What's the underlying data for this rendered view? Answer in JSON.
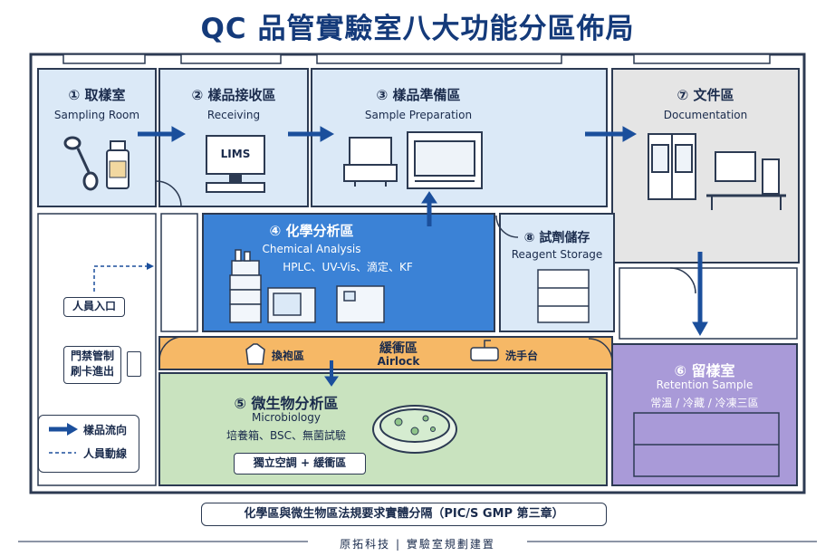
{
  "title": "QC 品管實驗室八大功能分區佈局",
  "rooms": {
    "sampling": {
      "name": "① 取樣室",
      "sub": "Sampling Room"
    },
    "receiving": {
      "name": "② 樣品接收區",
      "sub": "Receiving",
      "device_label": "LIMS"
    },
    "prep": {
      "name": "③ 樣品準備區",
      "sub": "Sample Preparation"
    },
    "docs": {
      "name": "⑦ 文件區",
      "sub": "Documentation"
    },
    "chemical": {
      "name": "④ 化學分析區",
      "sub": "Chemical Analysis",
      "methods": "HPLC、UV-Vis、滴定、KF"
    },
    "reagent": {
      "name": "⑧ 試劑儲存",
      "sub": "Reagent Storage"
    },
    "airlock": {
      "name": "緩衝區",
      "sub": "Airlock",
      "gowning": "換袍區",
      "sink": "洗手台"
    },
    "micro": {
      "name": "⑤ 微生物分析區",
      "sub": "Microbiology",
      "equipment": "培養箱、BSC、無菌試驗",
      "badge": "獨立空調 + 緩衝區"
    },
    "retention": {
      "name": "⑥  留樣室",
      "sub": "Retention Sample",
      "conditions": "常溫 / 冷藏 / 冷凍三區"
    }
  },
  "side": {
    "personnel_entry": "人員入口",
    "access_control": [
      "門禁管制",
      "刷卡進出"
    ]
  },
  "legend": {
    "sample_flow": "樣品流向",
    "personnel_flow": "人員動線"
  },
  "colors": {
    "light_blue": "#dbe9f7",
    "chem_blue": "#3b82d6",
    "gray": "#e5e5e5",
    "orange": "#f6b866",
    "green": "#c9e3bf",
    "purple": "#a99ad8",
    "arrow": "#1b4f9c"
  },
  "note": "化學區與微生物區法規要求實體分隔（PIC/S GMP 第三章）",
  "footer": "原拓科技 | 實驗室規劃建置"
}
